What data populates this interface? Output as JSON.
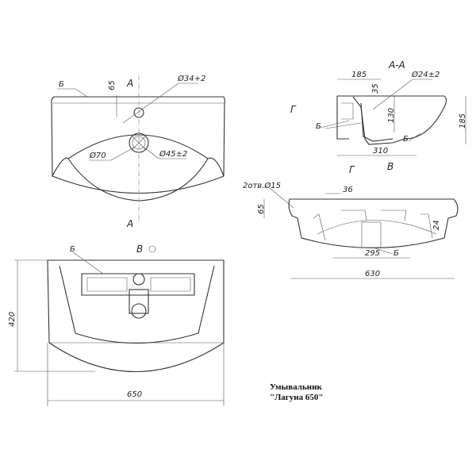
{
  "top_view": {
    "label_b": "Б",
    "dim_65": "65",
    "section_a_top": "А",
    "section_a_bottom": "А",
    "hole_tap": "Ø34+2",
    "drain_outer": "Ø70",
    "drain_inner": "Ø45±2"
  },
  "bottom_view": {
    "view_label": "В",
    "label_b": "Б",
    "dim_height": "420",
    "dim_width": "650"
  },
  "section_aa": {
    "title": "А-А",
    "dim_185_top": "185",
    "dim_hole": "Ø24±2",
    "dim_35": "35",
    "dim_130": "130",
    "dim_185_right": "185",
    "label_b_left": "Б",
    "label_b_right": "Б",
    "dim_310": "310",
    "arrow_g": "Г",
    "arrow_v": "В"
  },
  "view_g": {
    "title": "Г",
    "holes": "2отв.Ø15",
    "dim_36": "36",
    "dim_65": "65",
    "dim_24": "24",
    "dim_295": "295",
    "label_b": "Б",
    "dim_630": "630"
  },
  "caption": {
    "line1": "Умывальник",
    "line2": "\"Лагуна 650\""
  }
}
